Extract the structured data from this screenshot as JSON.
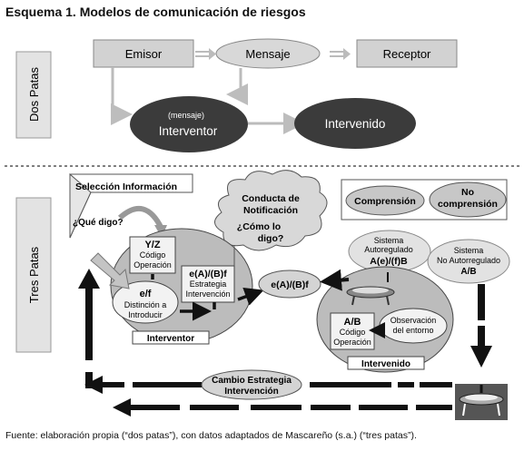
{
  "title": "Esquema 1. Modelos de comunicación de riesgos",
  "top": {
    "section_label": "Dos Patas",
    "emisor": "Emisor",
    "mensaje": "Mensaje",
    "receptor": "Receptor",
    "interventor_small": "(mensaje)",
    "interventor": "Interventor",
    "intervenido": "Intervenido"
  },
  "bottom": {
    "section_label": "Tres Patas",
    "seleccion": "Selección Información",
    "que_digo": "¿Qué digo?",
    "conducta_1": "Conducta de",
    "conducta_2": "Notificación",
    "como_1": "¿Cómo lo",
    "como_2": "digo?",
    "comprension": "Comprensión",
    "no_comp_1": "No",
    "no_comp_2": "comprensión",
    "sis_auto_1": "Sistema",
    "sis_auto_2": "Autoregulado",
    "sis_auto_3": "A(e)/(f)B",
    "sis_noauto_1": "Sistema",
    "sis_noauto_2": "No Autorregulado",
    "sis_noauto_3": "A/B",
    "yz": "Y/Z",
    "yz_1": "Código",
    "yz_2": "Operación",
    "eab_1": "e(A)/(B)f",
    "eab_2": "Estrategia",
    "eab_3": "Intervención",
    "ef": "e/f",
    "ef_1": "Distinción a",
    "ef_2": "Introducir",
    "eab_mid": "e(A)/(B)f",
    "interventor_label": "Interventor",
    "ab": "A/B",
    "ab_1": "Código",
    "ab_2": "Operación",
    "obs_1": "Observación",
    "obs_2": "del entorno",
    "intervenido_label": "Intervenido",
    "cambio_1": "Cambio Estrategia",
    "cambio_2": "Intervención"
  },
  "footer": "Fuente: elaboración propia (“dos patas”), con datos adaptados de Mascareño (s.a.) (“tres patas”)."
}
